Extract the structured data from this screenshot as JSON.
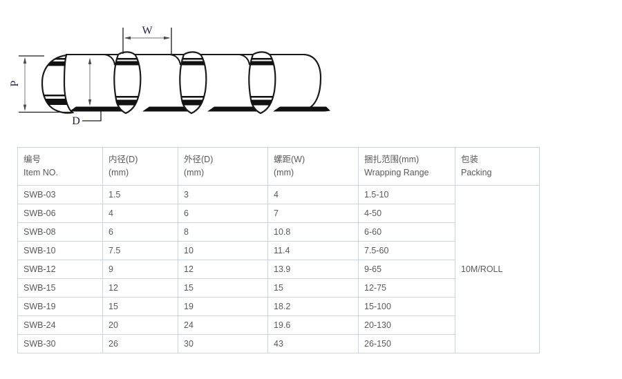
{
  "page": {
    "background": "#ffffff"
  },
  "diagram": {
    "type": "spiral-wrapping-band-drawing",
    "labels": {
      "pitch": "W",
      "overall": "P",
      "diameter": "D"
    },
    "colors": {
      "artwork": "#1a1a1a",
      "dimension_line": "#8c8c8c",
      "arrowhead": "#4a4a4a",
      "label": "#1f1f46"
    }
  },
  "table": {
    "border_color": "#c8d4de",
    "text_color": "#595959",
    "columns": [
      {
        "zh": "编号",
        "en": "Item NO."
      },
      {
        "zh": "内径(D)",
        "en": "(mm)"
      },
      {
        "zh": "外径(D)",
        "en": "(mm)"
      },
      {
        "zh": "螺距(W)",
        "en": "(mm)"
      },
      {
        "zh": "捆扎范围(mm)",
        "en": "Wrapping Range"
      },
      {
        "zh": "包装",
        "en": "Packing"
      }
    ],
    "rows": [
      {
        "item": "SWB-03",
        "inner": "1.5",
        "outer": "3",
        "pitch": "4",
        "range": "1.5-10"
      },
      {
        "item": "SWB-06",
        "inner": "4",
        "outer": "6",
        "pitch": "7",
        "range": "4-50"
      },
      {
        "item": "SWB-08",
        "inner": "6",
        "outer": "8",
        "pitch": "10.8",
        "range": "6-60"
      },
      {
        "item": "SWB-10",
        "inner": "7.5",
        "outer": "10",
        "pitch": "11.4",
        "range": "7.5-60"
      },
      {
        "item": "SWB-12",
        "inner": "9",
        "outer": "12",
        "pitch": "13.9",
        "range": "9-65"
      },
      {
        "item": "SWB-15",
        "inner": "12",
        "outer": "15",
        "pitch": "15",
        "range": "12-75"
      },
      {
        "item": "SWB-19",
        "inner": "15",
        "outer": "19",
        "pitch": "18.2",
        "range": "15-100"
      },
      {
        "item": "SWB-24",
        "inner": "20",
        "outer": "24",
        "pitch": "19.6",
        "range": "20-130"
      },
      {
        "item": "SWB-30",
        "inner": "26",
        "outer": "30",
        "pitch": "43",
        "range": "26-150"
      }
    ],
    "packing": "10M/ROLL"
  }
}
